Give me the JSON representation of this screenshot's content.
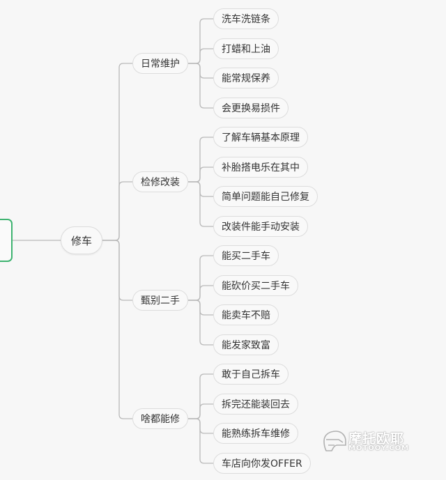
{
  "mindmap": {
    "center": "修车",
    "branches": [
      {
        "label": "日常维护",
        "children": [
          "洗车洗链条",
          "打蜡和上油",
          "能常规保养",
          "会更换易损件"
        ]
      },
      {
        "label": "检修改装",
        "children": [
          "了解车辆基本原理",
          "补胎搭电乐在其中",
          "简单问题能自己修复",
          "改装件能手动安装"
        ]
      },
      {
        "label": "甄别二手",
        "children": [
          "能买二手车",
          "能砍价买二手车",
          "能卖车不赔",
          "能发家致富"
        ]
      },
      {
        "label": "啥都能修",
        "children": [
          "敢于自己拆车",
          "拆完还能装回去",
          "能熟练拆车维修",
          "车店向你发OFFER"
        ]
      }
    ]
  },
  "watermark": {
    "text": "摩托欧耶",
    "sub": "MOTOOY.COM"
  },
  "colors": {
    "root_border": "#3eb370",
    "line": "#b8b8b8",
    "node_bg": "#f9f9f9",
    "node_border": "#dcdcdc"
  }
}
